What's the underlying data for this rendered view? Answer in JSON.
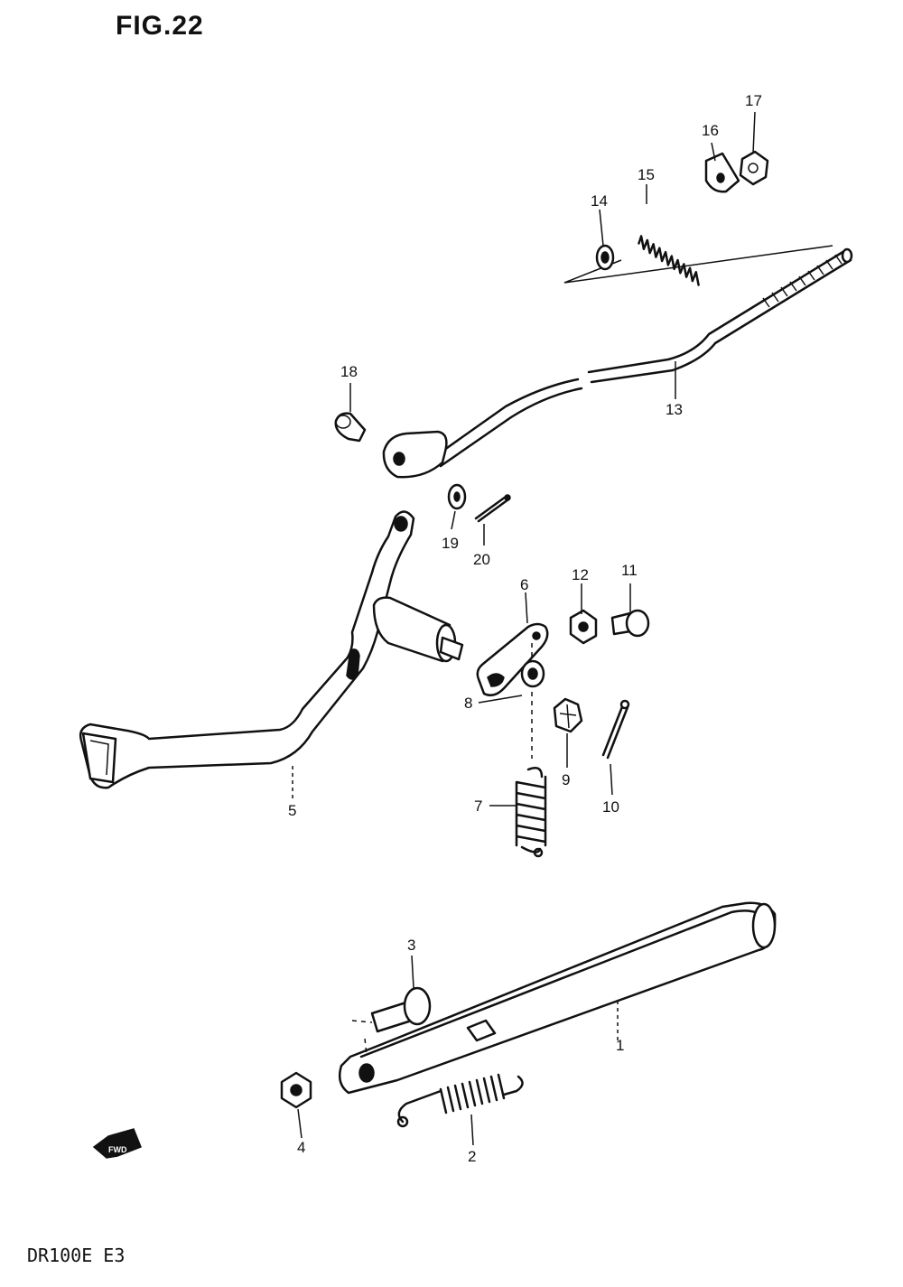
{
  "figure": {
    "title": "FIG.22",
    "model": "DR100E E3"
  },
  "fwd_icon_text": "FWD",
  "callouts": {
    "c1": "1",
    "c2": "2",
    "c3": "3",
    "c4": "4",
    "c5": "5",
    "c6": "6",
    "c7": "7",
    "c8": "8",
    "c9": "9",
    "c10": "10",
    "c11": "11",
    "c12": "12",
    "c13": "13",
    "c14": "14",
    "c15": "15",
    "c16": "16",
    "c17": "17",
    "c18": "18",
    "c19": "19",
    "c20": "20"
  }
}
